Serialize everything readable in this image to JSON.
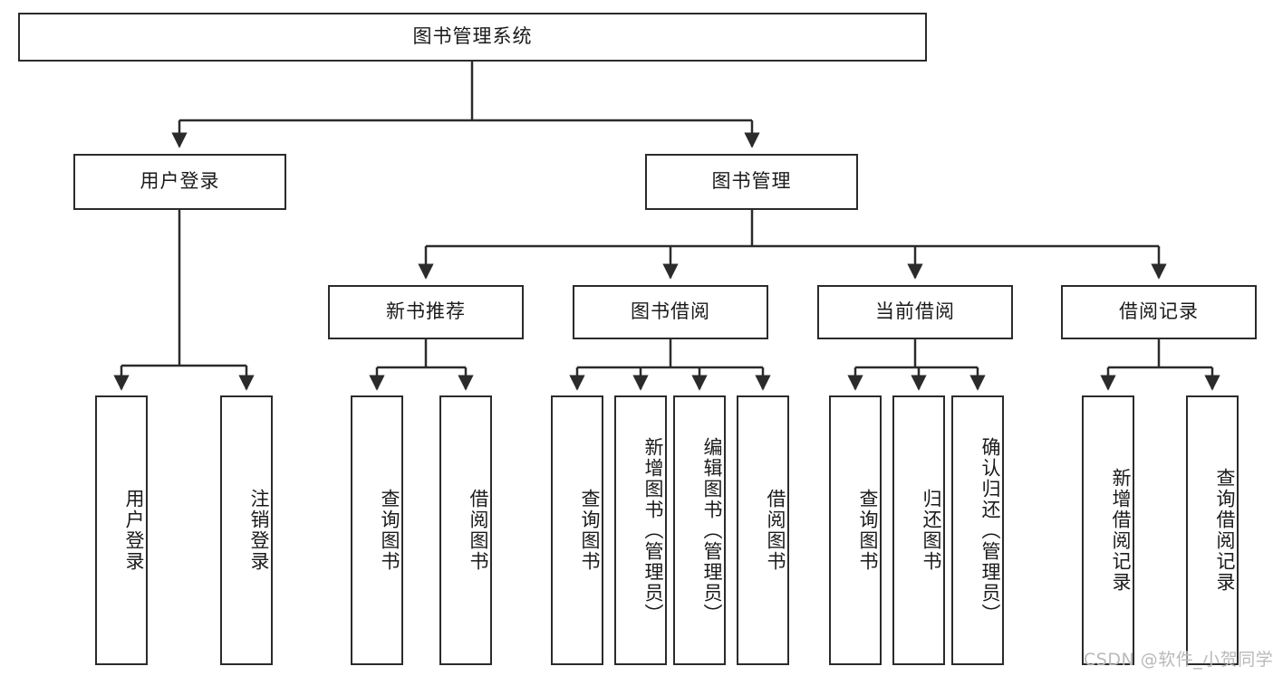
{
  "diagram": {
    "title_node": {
      "label": "图书管理系统"
    },
    "level2": [
      {
        "id": "user-login",
        "label": "用户登录"
      },
      {
        "id": "book-management",
        "label": "图书管理"
      }
    ],
    "level3": [
      {
        "id": "new-book-recommend",
        "label": "新书推荐"
      },
      {
        "id": "book-borrow",
        "label": "图书借阅"
      },
      {
        "id": "current-borrow",
        "label": "当前借阅"
      },
      {
        "id": "borrow-record",
        "label": "借阅记录"
      }
    ],
    "leaves": {
      "user_login": [
        {
          "id": "leaf-user-login",
          "label": "用户登录"
        },
        {
          "id": "leaf-logout-login",
          "label": "注销登录"
        }
      ],
      "new_book_recommend": [
        {
          "id": "leaf-query-book-1",
          "label": "查询图书"
        },
        {
          "id": "leaf-borrow-book-1",
          "label": "借阅图书"
        }
      ],
      "book_borrow": [
        {
          "id": "leaf-query-book-2",
          "label": "查询图书"
        },
        {
          "id": "leaf-add-book-admin",
          "label": "新增图书（管理员）"
        },
        {
          "id": "leaf-edit-book-admin",
          "label": "编辑图书（管理员）"
        },
        {
          "id": "leaf-borrow-book-2",
          "label": "借阅图书"
        }
      ],
      "current_borrow": [
        {
          "id": "leaf-query-book-3",
          "label": "查询图书"
        },
        {
          "id": "leaf-return-book",
          "label": "归还图书"
        },
        {
          "id": "leaf-confirm-return-admin",
          "label": "确认归还（管理员）"
        }
      ],
      "borrow_record": [
        {
          "id": "leaf-add-borrow-record",
          "label": "新增借阅记录"
        },
        {
          "id": "leaf-query-borrow-record",
          "label": "查询借阅记录"
        }
      ]
    }
  },
  "watermark": {
    "text": "CSDN @软件_小贺同学"
  },
  "colors": {
    "stroke": "#2b2b2b",
    "background": "#ffffff",
    "text": "#1a1a1a",
    "watermark": "#b9b9b9"
  }
}
